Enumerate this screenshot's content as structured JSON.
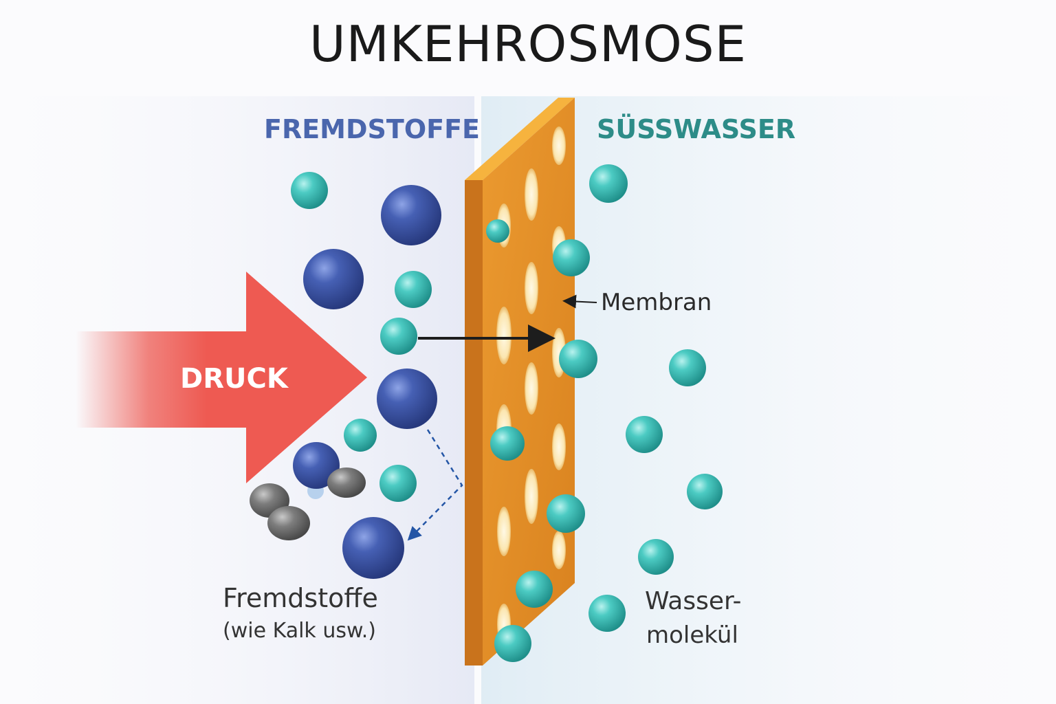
{
  "title": "UMKEHROSMOSE",
  "left_heading": "FREMDSTOFFE",
  "right_heading": "SÜSSWASSER",
  "pressure_label": "DRUCK",
  "membrane_label": "Membran",
  "impurities_label": "Fremdstoffe",
  "impurities_sublabel": "(wie Kalk usw.)",
  "water_label_line1": "Wasser-",
  "water_label_line2": "molekül",
  "colors": {
    "impurity": "#3f58a8",
    "water": "#3bbdb5",
    "membrane": "#e5912a",
    "pressure_arrow": "#ee5a52",
    "left_heading": "#4a66ad",
    "right_heading": "#2d8c88"
  }
}
